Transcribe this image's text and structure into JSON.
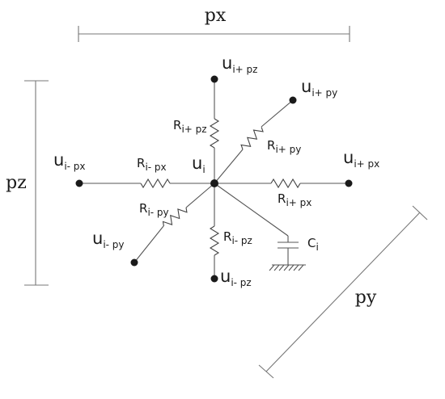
{
  "dimensions": {
    "px": "px",
    "pz": "pz",
    "py": "py"
  },
  "nodes": {
    "center": {
      "base": "u",
      "sub": "i"
    },
    "top": {
      "base": "u",
      "sub": "i+ pz"
    },
    "bottom": {
      "base": "u",
      "sub": "i- pz"
    },
    "left": {
      "base": "u",
      "sub": "i- px"
    },
    "right": {
      "base": "u",
      "sub": "i+ px"
    },
    "upper_right": {
      "base": "u",
      "sub": "i+ py"
    },
    "lower_left": {
      "base": "u",
      "sub": "i- py"
    }
  },
  "resistors": {
    "top": {
      "base": "R",
      "sub": "i+ pz"
    },
    "bottom": {
      "base": "R",
      "sub": "i- pz"
    },
    "left": {
      "base": "R",
      "sub": "i- px"
    },
    "right": {
      "base": "R",
      "sub": "i+ px"
    },
    "upper_right": {
      "base": "R",
      "sub": "i+ py"
    },
    "lower_left": {
      "base": "R",
      "sub": "i- py"
    }
  },
  "capacitor": {
    "base": "C",
    "sub": "i"
  },
  "colors": {
    "ink": "#1a1a1a",
    "wire": "#555555",
    "dimension_line": "#777777"
  }
}
